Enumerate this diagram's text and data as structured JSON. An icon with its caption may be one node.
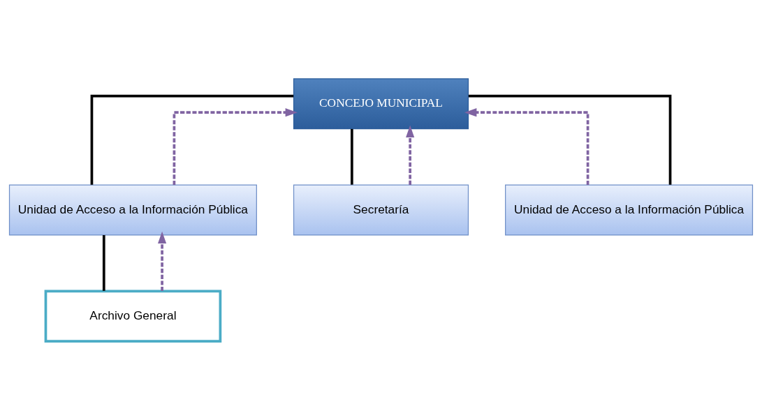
{
  "diagram": {
    "nodes": [
      {
        "text": [
          "CONCEJO MUNICIPAL"
        ]
      },
      {
        "text": [
          "Unidad de Acceso a la Información Pública"
        ]
      },
      {
        "text": [
          "Secretaría"
        ]
      },
      {
        "text": [
          "Unidad de Acceso a la Información Pública"
        ]
      },
      {
        "text": [
          "Archivo General"
        ]
      }
    ],
    "edges": [
      {
        "from": 0,
        "to": 1,
        "arrow": "none"
      },
      {
        "from": 0,
        "to": 2,
        "arrow": "none"
      },
      {
        "from": 0,
        "to": 3,
        "arrow": "none"
      },
      {
        "from": 1,
        "to": 4,
        "arrow": "none"
      },
      {
        "from": 1,
        "to": 0,
        "arrow": "to",
        "style": "dashed",
        "color": "#8064a2"
      },
      {
        "from": 2,
        "to": 0,
        "arrow": "to",
        "style": "dashed",
        "color": "#8064a2"
      },
      {
        "from": 3,
        "to": 0,
        "arrow": "to",
        "style": "dashed",
        "color": "#8064a2"
      },
      {
        "from": 4,
        "to": 1,
        "arrow": "to",
        "style": "dashed",
        "color": "#8064a2"
      }
    ]
  }
}
